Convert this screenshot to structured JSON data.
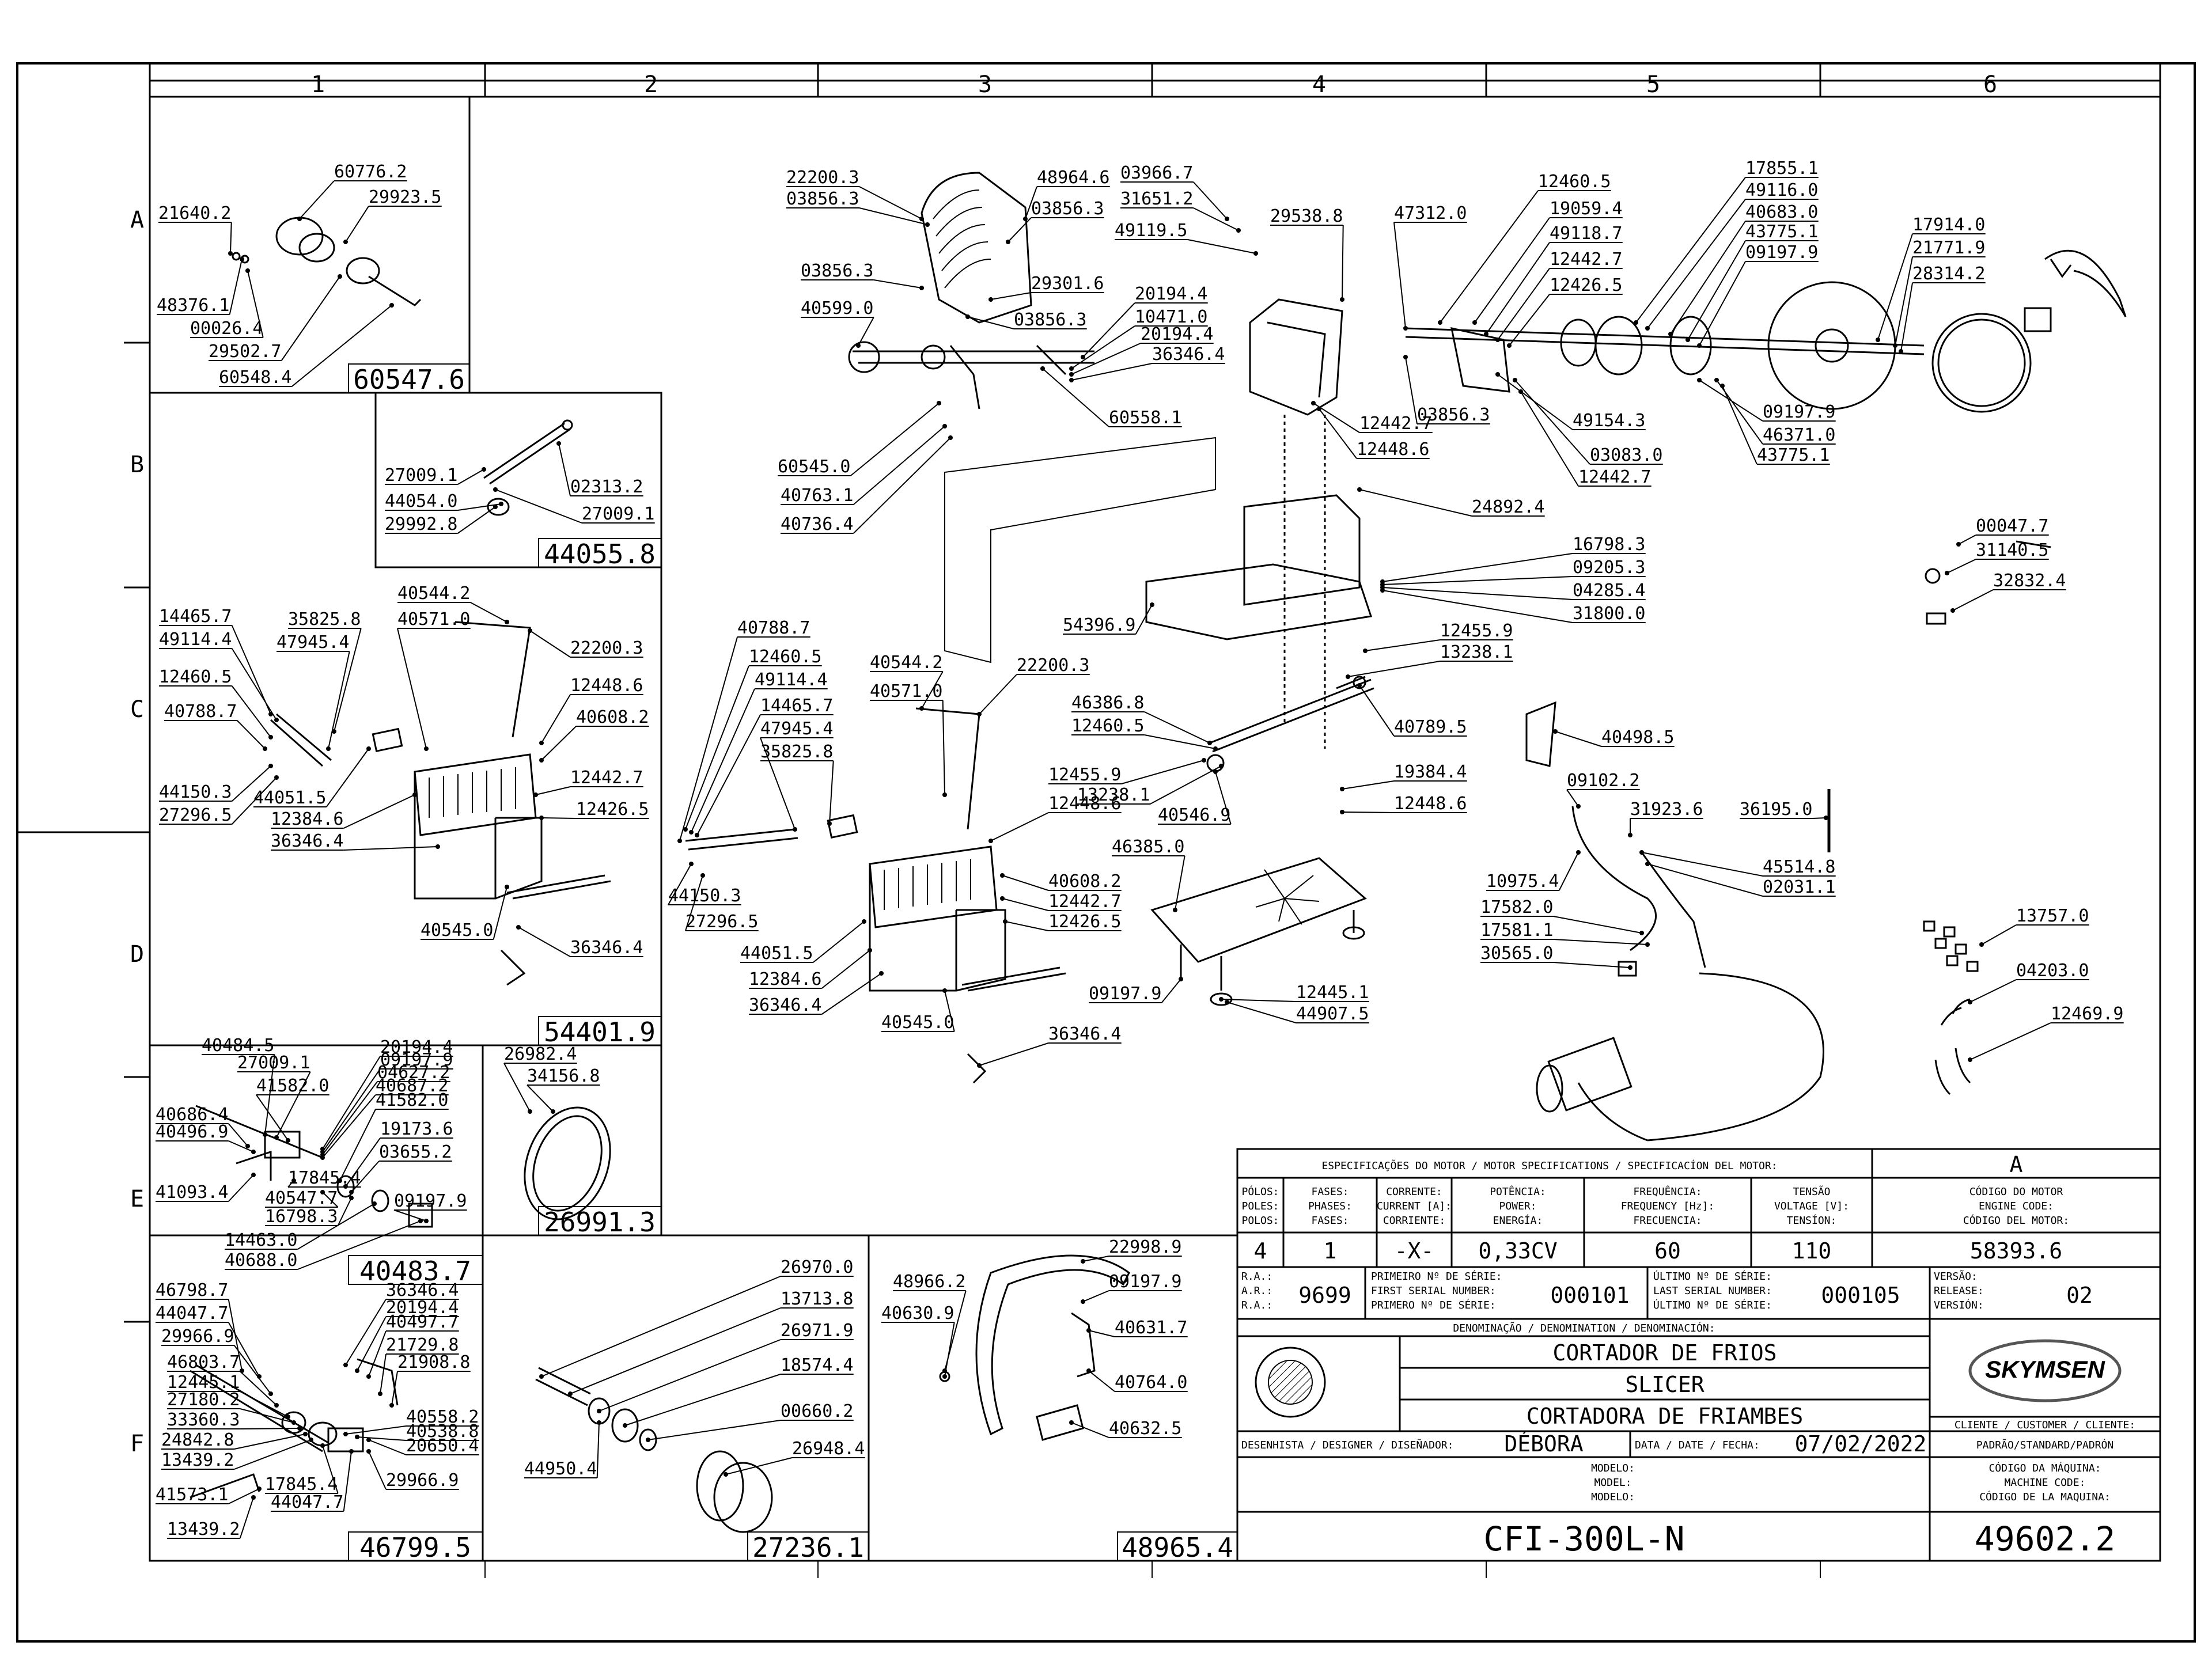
{
  "grid": {
    "columns": [
      "1",
      "2",
      "3",
      "4",
      "5",
      "6"
    ],
    "rows": [
      "A",
      "B",
      "C",
      "D",
      "E",
      "F"
    ]
  },
  "callouts": [
    {
      "t": "60776.2"
    },
    {
      "t": "21640.2"
    },
    {
      "t": "29923.5"
    },
    {
      "t": "48376.1"
    },
    {
      "t": "00026.4"
    },
    {
      "t": "29502.7"
    },
    {
      "t": "60548.4"
    },
    {
      "t": "27009.1"
    },
    {
      "t": "02313.2"
    },
    {
      "t": "44054.0"
    },
    {
      "t": "27009.1"
    },
    {
      "t": "29992.8"
    },
    {
      "t": "14465.7"
    },
    {
      "t": "35825.8"
    },
    {
      "t": "40544.2"
    },
    {
      "t": "49114.4"
    },
    {
      "t": "47945.4"
    },
    {
      "t": "40571.0"
    },
    {
      "t": "22200.3"
    },
    {
      "t": "12460.5"
    },
    {
      "t": "12448.6"
    },
    {
      "t": "40788.7"
    },
    {
      "t": "40608.2"
    },
    {
      "t": "44150.3"
    },
    {
      "t": "44051.5"
    },
    {
      "t": "12442.7"
    },
    {
      "t": "27296.5"
    },
    {
      "t": "12384.6"
    },
    {
      "t": "12426.5"
    },
    {
      "t": "36346.4"
    },
    {
      "t": "40545.0"
    },
    {
      "t": "36346.4"
    },
    {
      "t": "22200.3"
    },
    {
      "t": "03856.3"
    },
    {
      "t": "48964.6"
    },
    {
      "t": "03856.3"
    },
    {
      "t": "03856.3"
    },
    {
      "t": "29301.6"
    },
    {
      "t": "40599.0"
    },
    {
      "t": "03856.3"
    },
    {
      "t": "60545.0"
    },
    {
      "t": "40763.1"
    },
    {
      "t": "40736.4"
    },
    {
      "t": "03966.7"
    },
    {
      "t": "31651.2"
    },
    {
      "t": "49119.5"
    },
    {
      "t": "29538.8"
    },
    {
      "t": "20194.4"
    },
    {
      "t": "10471.0"
    },
    {
      "t": "20194.4"
    },
    {
      "t": "36346.4"
    },
    {
      "t": "60558.1"
    },
    {
      "t": "12442.7"
    },
    {
      "t": "12448.6"
    },
    {
      "t": "24892.4"
    },
    {
      "t": "54396.9"
    },
    {
      "t": "16798.3"
    },
    {
      "t": "09205.3"
    },
    {
      "t": "04285.4"
    },
    {
      "t": "31800.0"
    },
    {
      "t": "47312.0"
    },
    {
      "t": "12460.5"
    },
    {
      "t": "19059.4"
    },
    {
      "t": "49118.7"
    },
    {
      "t": "12442.7"
    },
    {
      "t": "12426.5"
    },
    {
      "t": "03856.3"
    },
    {
      "t": "49154.3"
    },
    {
      "t": "03083.0"
    },
    {
      "t": "12442.7"
    },
    {
      "t": "17855.1"
    },
    {
      "t": "49116.0"
    },
    {
      "t": "40683.0"
    },
    {
      "t": "43775.1"
    },
    {
      "t": "09197.9"
    },
    {
      "t": "17914.0"
    },
    {
      "t": "21771.9"
    },
    {
      "t": "28314.2"
    },
    {
      "t": "09197.9"
    },
    {
      "t": "46371.0"
    },
    {
      "t": "43775.1"
    },
    {
      "t": "00047.7"
    },
    {
      "t": "31140.5"
    },
    {
      "t": "32832.4"
    },
    {
      "t": "40788.7"
    },
    {
      "t": "12460.5"
    },
    {
      "t": "49114.4"
    },
    {
      "t": "14465.7"
    },
    {
      "t": "47945.4"
    },
    {
      "t": "35825.8"
    },
    {
      "t": "40544.2"
    },
    {
      "t": "40571.0"
    },
    {
      "t": "22200.3"
    },
    {
      "t": "12448.6"
    },
    {
      "t": "44150.3"
    },
    {
      "t": "27296.5"
    },
    {
      "t": "40608.2"
    },
    {
      "t": "12442.7"
    },
    {
      "t": "12426.5"
    },
    {
      "t": "44051.5"
    },
    {
      "t": "12384.6"
    },
    {
      "t": "36346.4"
    },
    {
      "t": "40545.0"
    },
    {
      "t": "36346.4"
    },
    {
      "t": "12455.9"
    },
    {
      "t": "13238.1"
    },
    {
      "t": "46386.8"
    },
    {
      "t": "12460.5"
    },
    {
      "t": "40789.5"
    },
    {
      "t": "12455.9"
    },
    {
      "t": "13238.1"
    },
    {
      "t": "40546.9"
    },
    {
      "t": "19384.4"
    },
    {
      "t": "12448.6"
    },
    {
      "t": "46385.0"
    },
    {
      "t": "09197.9"
    },
    {
      "t": "12445.1"
    },
    {
      "t": "44907.5"
    },
    {
      "t": "40498.5"
    },
    {
      "t": "09102.2"
    },
    {
      "t": "31923.6"
    },
    {
      "t": "36195.0"
    },
    {
      "t": "45514.8"
    },
    {
      "t": "02031.1"
    },
    {
      "t": "10975.4"
    },
    {
      "t": "17582.0"
    },
    {
      "t": "17581.1"
    },
    {
      "t": "30565.0"
    },
    {
      "t": "13757.0"
    },
    {
      "t": "04203.0"
    },
    {
      "t": "12469.9"
    },
    {
      "t": "40484.5"
    },
    {
      "t": "27009.1"
    },
    {
      "t": "41582.0"
    },
    {
      "t": "20194.4"
    },
    {
      "t": "09197.9"
    },
    {
      "t": "04627.2"
    },
    {
      "t": "40687.2"
    },
    {
      "t": "40686.4"
    },
    {
      "t": "40496.9"
    },
    {
      "t": "41582.0"
    },
    {
      "t": "19173.6"
    },
    {
      "t": "03655.2"
    },
    {
      "t": "17845.4"
    },
    {
      "t": "41093.4"
    },
    {
      "t": "40547.7"
    },
    {
      "t": "16798.3"
    },
    {
      "t": "09197.9"
    },
    {
      "t": "14463.0"
    },
    {
      "t": "40688.0"
    },
    {
      "t": "26982.4"
    },
    {
      "t": "34156.8"
    },
    {
      "t": "46798.7"
    },
    {
      "t": "36346.4"
    },
    {
      "t": "44047.7"
    },
    {
      "t": "20194.4"
    },
    {
      "t": "40497.7"
    },
    {
      "t": "29966.9"
    },
    {
      "t": "21729.8"
    },
    {
      "t": "46803.7"
    },
    {
      "t": "21908.8"
    },
    {
      "t": "12445.1"
    },
    {
      "t": "27180.2"
    },
    {
      "t": "40558.2"
    },
    {
      "t": "33360.3"
    },
    {
      "t": "40538.8"
    },
    {
      "t": "24842.8"
    },
    {
      "t": "20650.4"
    },
    {
      "t": "13439.2"
    },
    {
      "t": "29966.9"
    },
    {
      "t": "17845.4"
    },
    {
      "t": "41573.1"
    },
    {
      "t": "44047.7"
    },
    {
      "t": "13439.2"
    },
    {
      "t": "26970.0"
    },
    {
      "t": "13713.8"
    },
    {
      "t": "26971.9"
    },
    {
      "t": "18574.4"
    },
    {
      "t": "00660.2"
    },
    {
      "t": "26948.4"
    },
    {
      "t": "44950.4"
    },
    {
      "t": "22998.9"
    },
    {
      "t": "48966.2"
    },
    {
      "t": "09197.9"
    },
    {
      "t": "40630.9"
    },
    {
      "t": "40631.7"
    },
    {
      "t": "40764.0"
    },
    {
      "t": "40632.5"
    }
  ],
  "boxes": [
    {
      "code": "60547.6"
    },
    {
      "code": "44055.8"
    },
    {
      "code": "54401.9"
    },
    {
      "code": "40483.7"
    },
    {
      "code": "26991.3"
    },
    {
      "code": "46799.5"
    },
    {
      "code": "27236.1"
    },
    {
      "code": "48965.4"
    }
  ],
  "title_block": {
    "motor_spec_header": "ESPECIFICAÇÕES DO MOTOR / MOTOR SPECIFICATIONS / SPECIFICACÍON DEL MOTOR:",
    "revision_letter": "A",
    "col_headers": [
      [
        "PÓLOS:",
        "POLES:",
        "POLOS:"
      ],
      [
        "FASES:",
        "PHASES:",
        "FASES:"
      ],
      [
        "CORRENTE:",
        "CURRENT [A]:",
        "CORRIENTE:"
      ],
      [
        "POTÊNCIA:",
        "POWER:",
        "ENERGÍA:"
      ],
      [
        "FREQUÊNCIA:",
        "FREQUENCY [Hz]:",
        "FRECUENCIA:"
      ],
      [
        "TENSÃO",
        "VOLTAGE [V]:",
        "TENSÍON:"
      ],
      [
        "CÓDIGO DO MOTOR",
        "ENGINE CODE:",
        "CÓDIGO DEL MOTOR:"
      ]
    ],
    "values": [
      "4",
      "1",
      "-X-",
      "0,33CV",
      "60",
      "110",
      "58393.6"
    ],
    "ra_labels": [
      "R.A.:",
      "A.R.:",
      "R.A.:"
    ],
    "ra_value": "9699",
    "first_serial_labels": [
      "PRIMEIRO Nº DE SÉRIE:",
      "FIRST SERIAL NUMBER:",
      "PRIMERO Nº DE SÉRIE:"
    ],
    "first_serial": "000101",
    "last_serial_labels": [
      "ÚLTIMO Nº DE SÉRIE:",
      "LAST SERIAL NUMBER:",
      "ÚLTIMO Nº DE SÉRIE:"
    ],
    "last_serial": "000105",
    "version_labels": [
      "VERSÃO:",
      "RELEASE:",
      "VERSIÓN:"
    ],
    "version": "02",
    "denomination_label": "DENOMINAÇÃO / DENOMINATION / DENOMINACIÓN:",
    "names": [
      "CORTADOR DE FRIOS",
      "SLICER",
      "CORTADORA DE FRIAMBES"
    ],
    "brand": "SKYMSEN",
    "client_label": "CLIENTE / CUSTOMER / CLIENTE:",
    "client_value": "PADRÃO/STANDARD/PADRÓN",
    "designer_label": "DESENHISTA / DESIGNER / DISEÑADOR:",
    "designer": "DÉBORA",
    "date_label": "DATA / DATE / FECHA:",
    "date": "07/02/2022",
    "model_labels": [
      "MODELO:",
      "MODEL:",
      "MODELO:"
    ],
    "model": "CFI-300L-N",
    "machine_code_labels": [
      "CÓDIGO DA MÁQUINA:",
      "MACHINE CODE:",
      "CÓDIGO DE LA MAQUINA:"
    ],
    "machine_code": "49602.2"
  }
}
